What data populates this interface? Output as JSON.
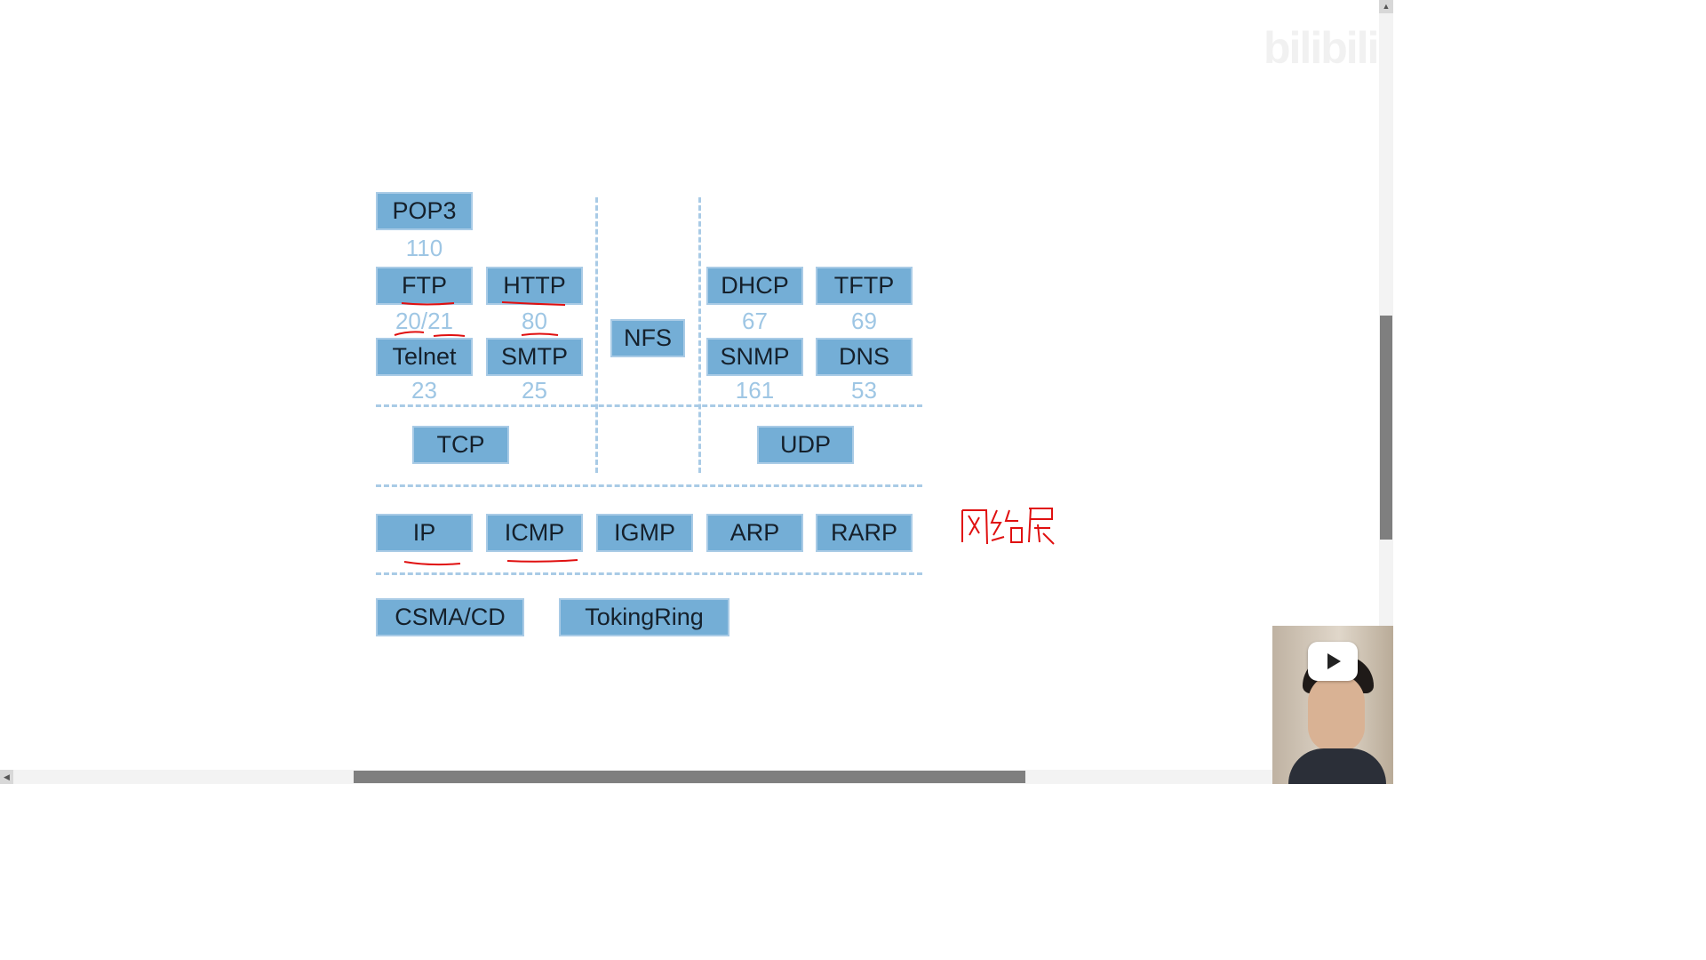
{
  "watermark": "bilibili",
  "application_layer": [
    {
      "name": "POP3",
      "port": "110"
    },
    {
      "name": "FTP",
      "port": "20/21"
    },
    {
      "name": "HTTP",
      "port": "80"
    },
    {
      "name": "Telnet",
      "port": "23"
    },
    {
      "name": "SMTP",
      "port": "25"
    },
    {
      "name": "NFS"
    },
    {
      "name": "DHCP",
      "port": "67"
    },
    {
      "name": "TFTP",
      "port": "69"
    },
    {
      "name": "SNMP",
      "port": "161"
    },
    {
      "name": "DNS",
      "port": "53"
    }
  ],
  "transport_layer": [
    "TCP",
    "UDP"
  ],
  "network_layer": [
    "IP",
    "ICMP",
    "IGMP",
    "ARP",
    "RARP"
  ],
  "link_layer": [
    "CSMA/CD",
    "TokingRing"
  ],
  "handwritten_note": "网络层",
  "colors": {
    "box_fill": "#74aed6",
    "port_text": "#9ec6e4",
    "divider": "#a9cbe6",
    "annotation": "#e01010"
  }
}
